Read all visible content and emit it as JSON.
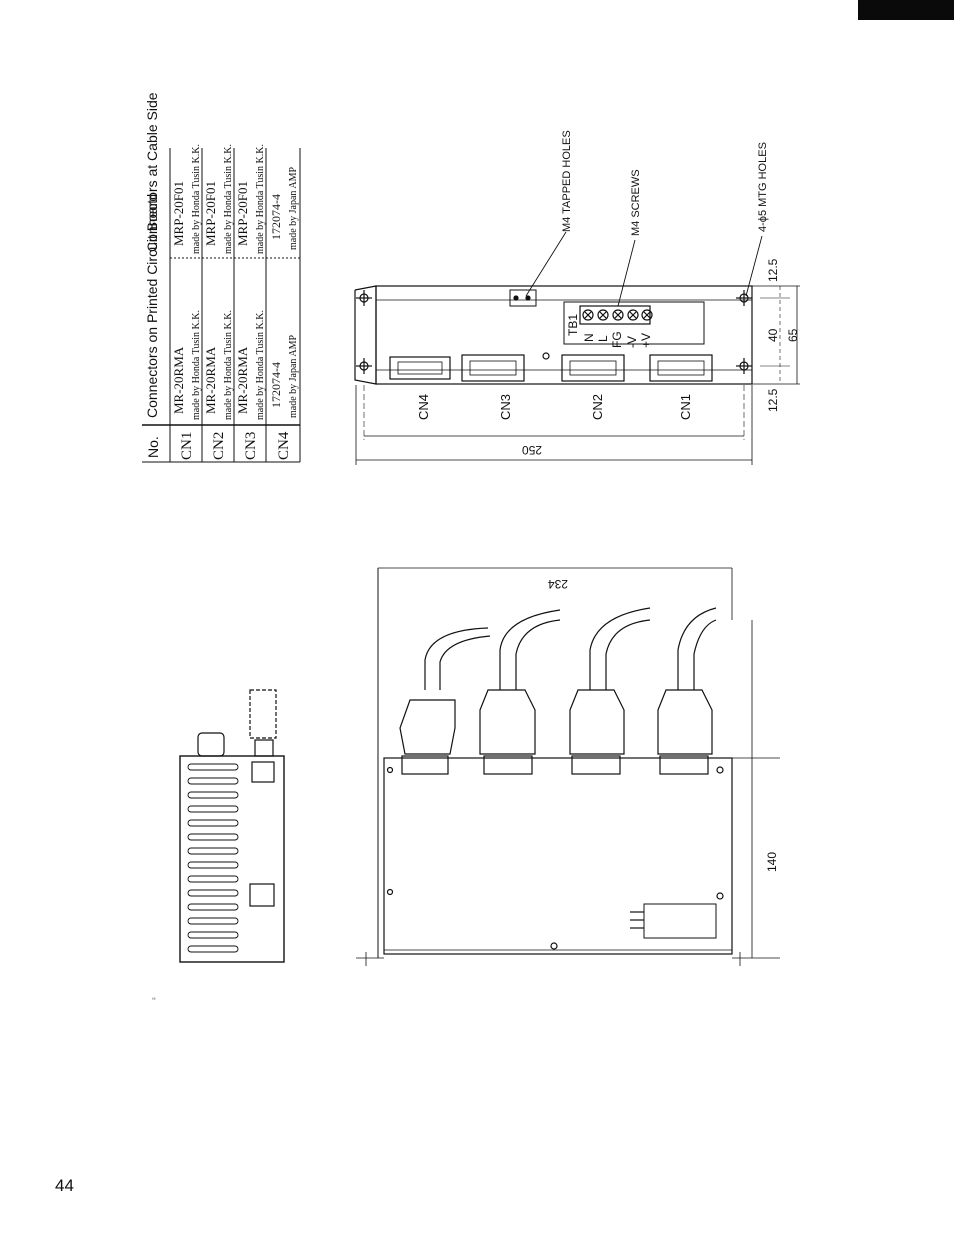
{
  "page": {
    "number": "44",
    "corner_speck": "‘‘"
  },
  "table": {
    "headers": {
      "no": "No.",
      "board": "Connectors on Printed Circuit Board",
      "cable": "Connectors at Cable Side"
    },
    "rows": [
      {
        "no": "CN1",
        "board_part": "MR-20RMA",
        "board_maker": "made by Honda Tusin K.K.",
        "cable_part": "MRP-20F01",
        "cable_maker": "made by Honda Tusin K.K."
      },
      {
        "no": "CN2",
        "board_part": "MR-20RMA",
        "board_maker": "made by Honda Tusin K.K.",
        "cable_part": "MRP-20F01",
        "cable_maker": "made by Honda Tusin K.K."
      },
      {
        "no": "CN3",
        "board_part": "MR-20RMA",
        "board_maker": "made by Honda Tusin K.K.",
        "cable_part": "MRP-20F01",
        "cable_maker": "made by Honda Tusin K.K."
      },
      {
        "no": "CN4",
        "board_part": "172074-4",
        "board_maker": "made by Japan AMP",
        "cable_part": "172074-4",
        "cable_maker": "made by Japan AMP"
      }
    ]
  },
  "drawing": {
    "callouts": {
      "tapped_holes": "M4 TAPPED HOLES",
      "screws": "M4 SCREWS",
      "mtg_holes": "4-ϕ5 MTG HOLES"
    },
    "connectors": [
      "CN4",
      "CN3",
      "CN2",
      "CN1"
    ],
    "terminal_block": "TB1",
    "terminals": [
      "N",
      "L",
      "FG",
      "-V",
      "+V"
    ],
    "dimensions": {
      "width_front": "250",
      "width_top": "234",
      "depth": "140",
      "hole_left": "12.5",
      "hole_right": "12.5",
      "pitch": "40",
      "overall_height": "65"
    }
  }
}
